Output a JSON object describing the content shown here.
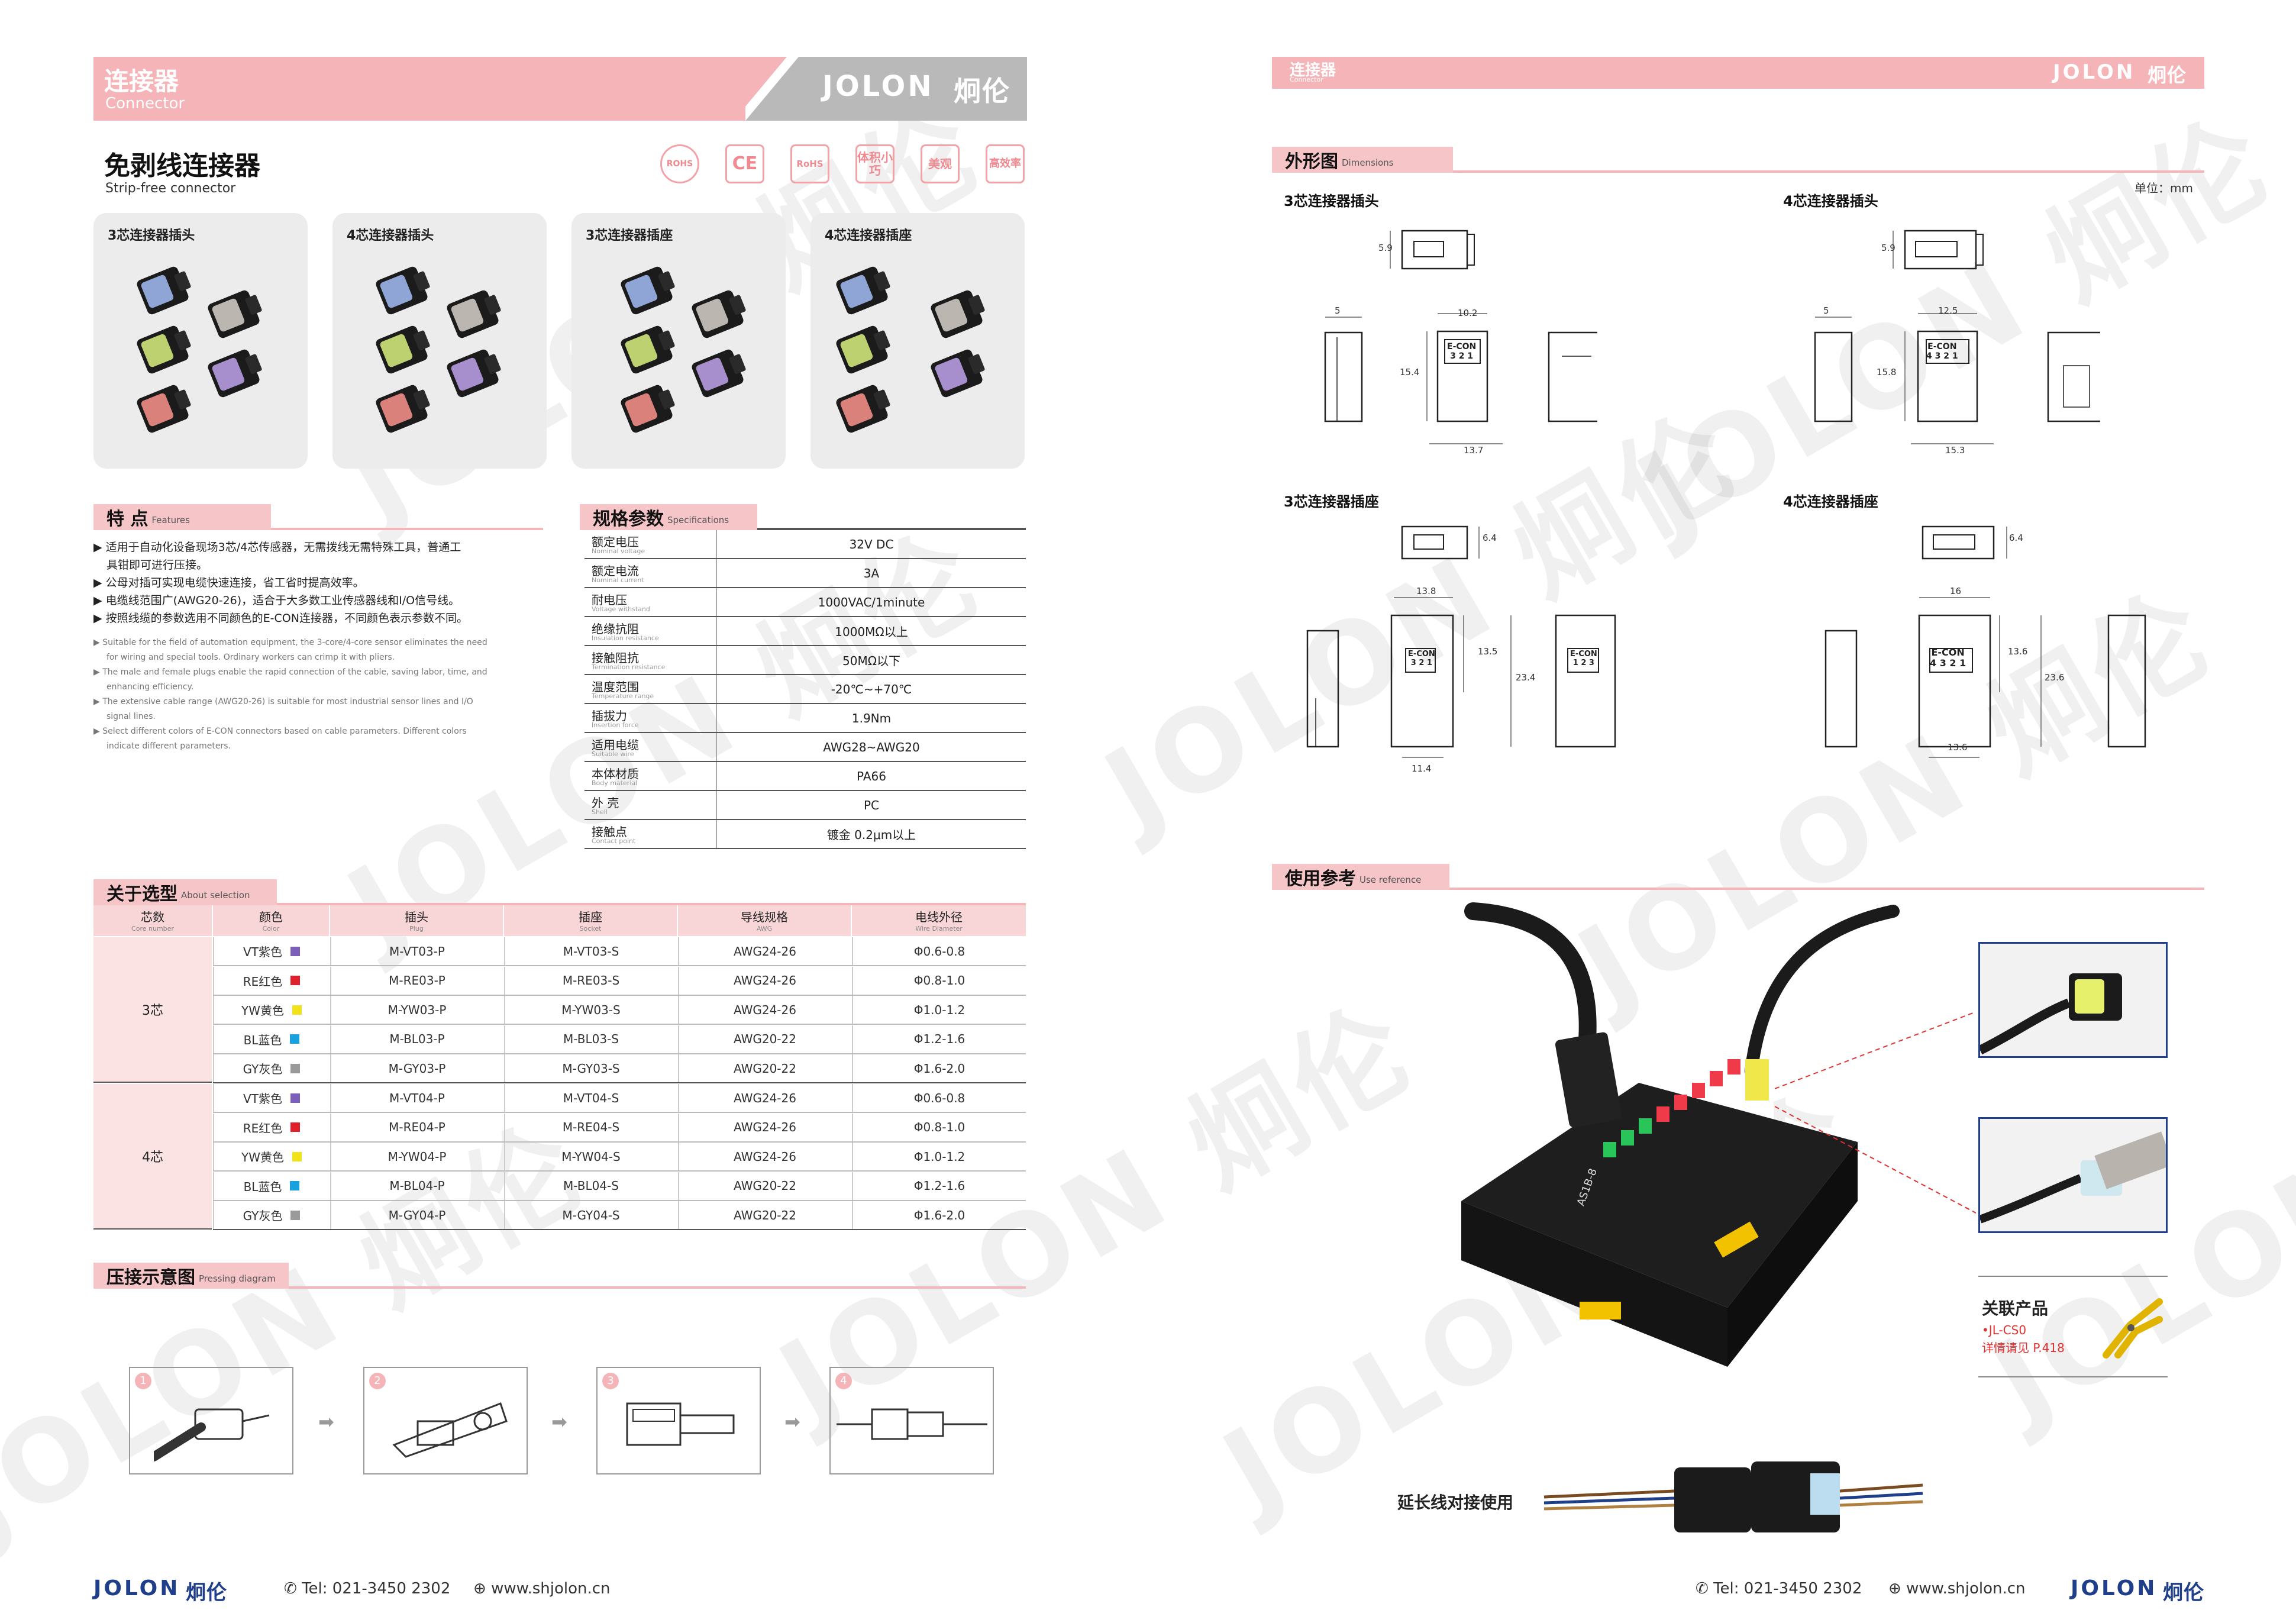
{
  "brand": {
    "name_en": "JOLON",
    "name_cn": "炯伦",
    "color": "#1f3f8a"
  },
  "left_header": {
    "title": "连接器",
    "subtitle": "Connector"
  },
  "right_header": {
    "title": "连接器",
    "subtitle": "Connector"
  },
  "product": {
    "title": "免剥线连接器",
    "subtitle": "Strip-free connector"
  },
  "badges": [
    "ROHS",
    "CE",
    "RoHS",
    "体积小巧",
    "美观",
    "高效率"
  ],
  "cards": [
    {
      "title": "3芯连接器插头"
    },
    {
      "title": "4芯连接器插头"
    },
    {
      "title": "3芯连接器插座"
    },
    {
      "title": "4芯连接器插座"
    }
  ],
  "features": {
    "title": "特 点",
    "title_en": "Features",
    "cn": [
      "▶ 适用于自动化设备现场3芯/4芯传感器，无需拨线无需特殊工具，普通工",
      "具钳即可进行压接。",
      "▶ 公母对插可实现电缆快速连接，省工省时提高效率。",
      "▶ 电缆线范围广(AWG20-26)，适合于大多数工业传感器线和I/O信号线。",
      "▶ 按照线缆的参数选用不同颜色的E-CON连接器，不同颜色表示参数不同。"
    ],
    "en": [
      "▶ Suitable for the field of automation equipment, the 3-core/4-core sensor eliminates the need",
      "for wiring and special tools. Ordinary workers can crimp it with pliers.",
      "▶ The male and female plugs enable the rapid connection of the cable, saving labor, time, and",
      "enhancing efficiency.",
      "▶ The extensive cable range (AWG20-26) is suitable for most industrial sensor lines and I/O",
      "signal lines.",
      "▶ Select different colors of E-CON connectors based on cable parameters. Different colors",
      "indicate different parameters."
    ]
  },
  "specs": {
    "title": "规格参数",
    "title_en": "Specifications",
    "rows": [
      {
        "k": "额定电压",
        "ke": "Nominal voltage",
        "v": "32V DC"
      },
      {
        "k": "额定电流",
        "ke": "Nominal current",
        "v": "3A"
      },
      {
        "k": "耐电压",
        "ke": "Voltage withstand",
        "v": "1000VAC/1minute"
      },
      {
        "k": "绝缘抗阻",
        "ke": "Insulation resistance",
        "v": "1000MΩ以上"
      },
      {
        "k": "接触阻抗",
        "ke": "Termination resistance",
        "v": "50MΩ以下"
      },
      {
        "k": "温度范围",
        "ke": "Temperature range",
        "v": "-20℃~+70℃"
      },
      {
        "k": "插拔力",
        "ke": "Insertion force",
        "v": "1.9Nm"
      },
      {
        "k": "适用电缆",
        "ke": "Suitable wire",
        "v": "AWG28~AWG20"
      },
      {
        "k": "本体材质",
        "ke": "Body material",
        "v": "PA66"
      },
      {
        "k": "外 壳",
        "ke": "Shell",
        "v": "PC"
      },
      {
        "k": "接触点",
        "ke": "Contact point",
        "v": "镀金 0.2μm以上"
      }
    ]
  },
  "selection": {
    "title": "关于选型",
    "title_en": "About selection",
    "headers": [
      {
        "cn": "芯数",
        "en": "Core number"
      },
      {
        "cn": "颜色",
        "en": "Color"
      },
      {
        "cn": "插头",
        "en": "Plug"
      },
      {
        "cn": "插座",
        "en": "Socket"
      },
      {
        "cn": "导线规格",
        "en": "AWG"
      },
      {
        "cn": "电线外径",
        "en": "Wire Diameter"
      }
    ],
    "groups": [
      "3芯",
      "4芯"
    ],
    "rows": [
      {
        "color": "VT紫色",
        "hex": "#7b5fb8",
        "plug": "M-VT03-P",
        "socket": "M-VT03-S",
        "awg": "AWG24-26",
        "dia": "Φ0.6-0.8"
      },
      {
        "color": "RE红色",
        "hex": "#e0202a",
        "plug": "M-RE03-P",
        "socket": "M-RE03-S",
        "awg": "AWG24-26",
        "dia": "Φ0.8-1.0"
      },
      {
        "color": "YW黄色",
        "hex": "#f2e21a",
        "plug": "M-YW03-P",
        "socket": "M-YW03-S",
        "awg": "AWG24-26",
        "dia": "Φ1.0-1.2"
      },
      {
        "color": "BL蓝色",
        "hex": "#1aa0dc",
        "plug": "M-BL03-P",
        "socket": "M-BL03-S",
        "awg": "AWG20-22",
        "dia": "Φ1.2-1.6"
      },
      {
        "color": "GY灰色",
        "hex": "#9a9a9a",
        "plug": "M-GY03-P",
        "socket": "M-GY03-S",
        "awg": "AWG20-22",
        "dia": "Φ1.6-2.0"
      },
      {
        "color": "VT紫色",
        "hex": "#7b5fb8",
        "plug": "M-VT04-P",
        "socket": "M-VT04-S",
        "awg": "AWG24-26",
        "dia": "Φ0.6-0.8"
      },
      {
        "color": "RE红色",
        "hex": "#e0202a",
        "plug": "M-RE04-P",
        "socket": "M-RE04-S",
        "awg": "AWG24-26",
        "dia": "Φ0.8-1.0"
      },
      {
        "color": "YW黄色",
        "hex": "#f2e21a",
        "plug": "M-YW04-P",
        "socket": "M-YW04-S",
        "awg": "AWG24-26",
        "dia": "Φ1.0-1.2"
      },
      {
        "color": "BL蓝色",
        "hex": "#1aa0dc",
        "plug": "M-BL04-P",
        "socket": "M-BL04-S",
        "awg": "AWG20-22",
        "dia": "Φ1.2-1.6"
      },
      {
        "color": "GY灰色",
        "hex": "#9a9a9a",
        "plug": "M-GY04-P",
        "socket": "M-GY04-S",
        "awg": "AWG20-22",
        "dia": "Φ1.6-2.0"
      }
    ]
  },
  "pressing": {
    "title": "压接示意图",
    "title_en": "Pressing diagram",
    "steps": [
      "1",
      "2",
      "3",
      "4"
    ]
  },
  "dimensions": {
    "title": "外形图",
    "title_en": "Dimensions",
    "unit": "单位：mm",
    "plug3": {
      "title": "3芯连接器插头",
      "d_top": "5.9",
      "d_left": "5",
      "d_w": "10.2",
      "d_h": "15.4",
      "d_bw": "13.7",
      "marking": "E-CON",
      "pins": "3 2 1"
    },
    "plug4": {
      "title": "4芯连接器插头",
      "d_top": "5.9",
      "d_left": "5",
      "d_w": "12.5",
      "d_h": "15.8",
      "d_bw": "15.3",
      "marking": "E-CON",
      "pins": "4 3 2 1"
    },
    "socket3": {
      "title": "3芯连接器插座",
      "d_top": "6.4",
      "d_w": "13.8",
      "d_h": "13.5",
      "d_th": "23.4",
      "d_bw": "11.4",
      "marking": "E-CON",
      "pins": "3 2 1",
      "pins_rev": "1 2 3"
    },
    "socket4": {
      "title": "4芯连接器插座",
      "d_top": "6.4",
      "d_w": "16",
      "d_h": "13.6",
      "d_th": "23.6",
      "d_bw": "13.6",
      "marking": "E-CON",
      "pins": "4 3 2 1"
    }
  },
  "use_ref": {
    "title": "使用参考",
    "title_en": "Use reference",
    "module_label": "AS1B-8",
    "related_title": "关联产品",
    "related_item": "•JL-CS0",
    "related_page": "详情请见 P.418",
    "extension": "延长线对接使用"
  },
  "footer": {
    "tel": "Tel: 021-3450 2302",
    "web": "www.shjolon.cn"
  }
}
